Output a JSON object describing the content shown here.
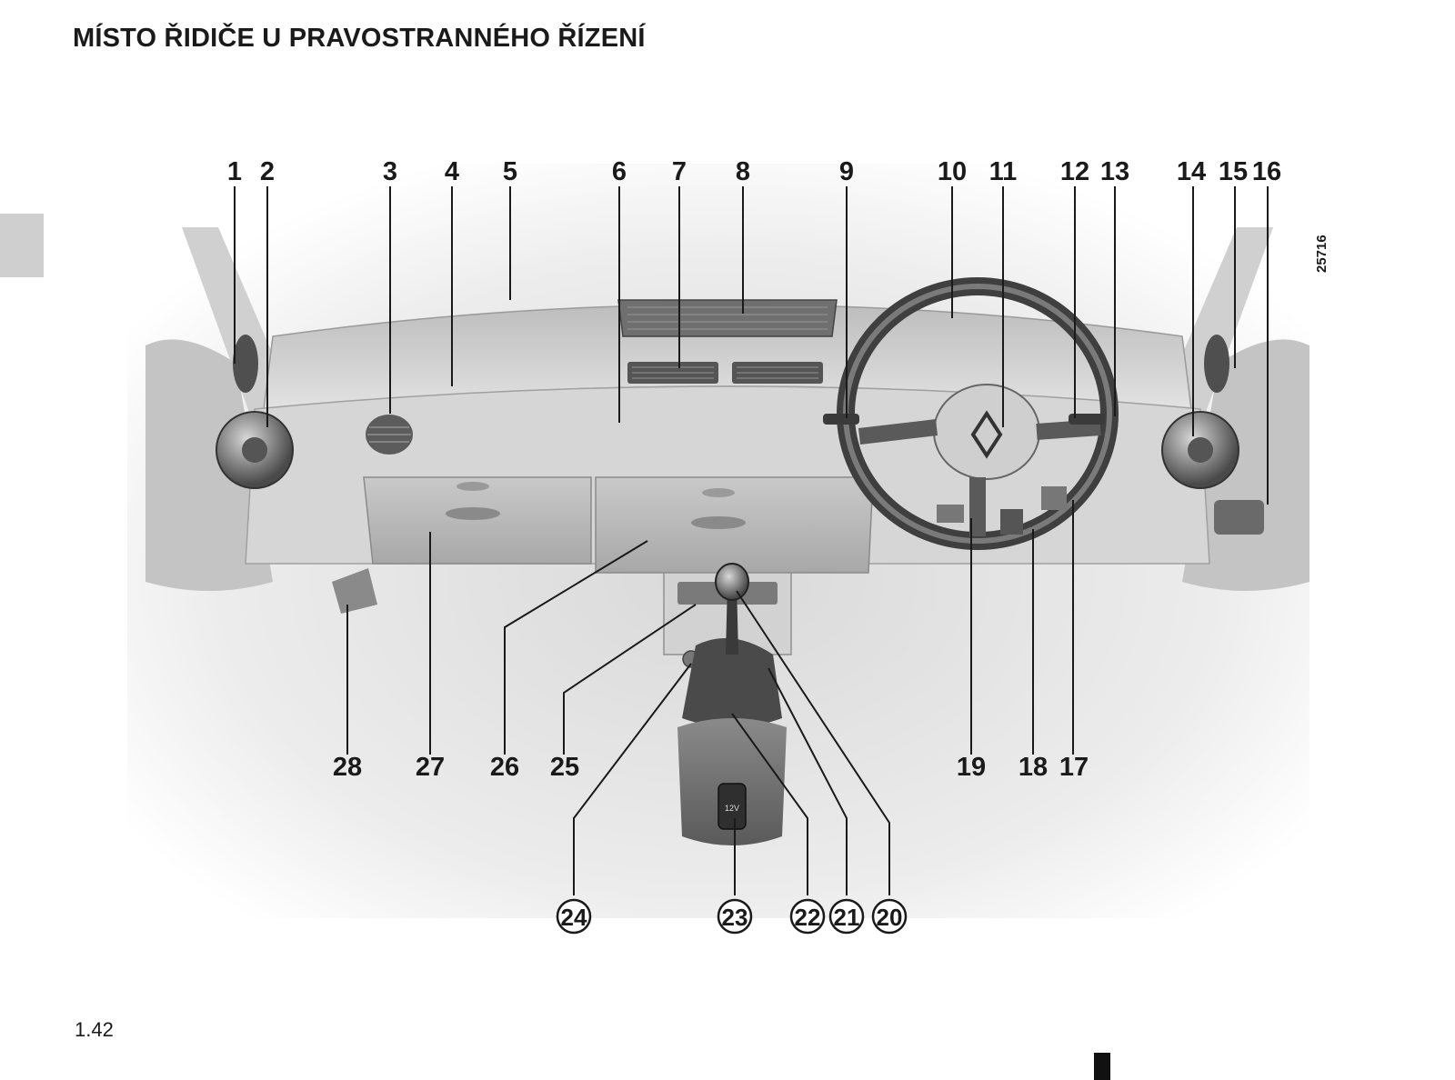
{
  "title": "MÍSTO ŘIDIČE U PRAVOSTRANNÉHO ŘÍZENÍ",
  "page_number": "1.42",
  "figure": {
    "reference_code": "25716",
    "top_callouts": [
      "1",
      "2",
      "3",
      "4",
      "5",
      "6",
      "7",
      "8",
      "9",
      "10",
      "11",
      "12",
      "13",
      "14",
      "15",
      "16"
    ],
    "bottom_callouts": [
      "28",
      "27",
      "26",
      "25",
      "19",
      "18",
      "17"
    ],
    "circled_callouts": [
      "24",
      "23",
      "22",
      "21",
      "20"
    ],
    "power_socket_label": "12V"
  }
}
